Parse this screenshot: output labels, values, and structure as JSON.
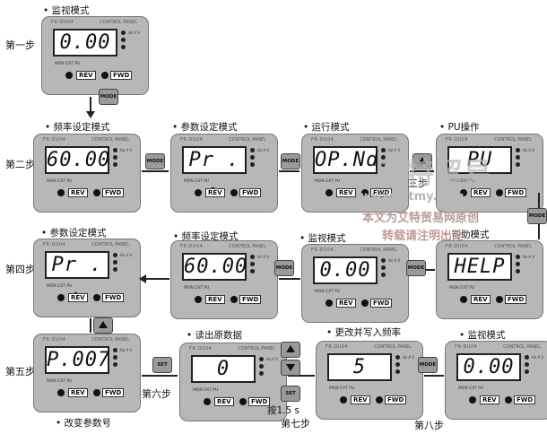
{
  "colors": {
    "watermark": "#c9a6a6",
    "panel": "#b7b7b7"
  },
  "steps": {
    "s1": "第一步",
    "s2": "第二步",
    "s3": "第三步",
    "s4": "第四步",
    "s5": "第五步",
    "s6": "第六步",
    "s7": "第七步",
    "s8": "第八步"
  },
  "panel_text": {
    "brand": "FR-DU04",
    "brand2": "CONTROL PANEL",
    "units": "Hz A V",
    "leds": "MON EXT PU",
    "rev": "REV",
    "fwd": "FWD"
  },
  "panels": {
    "p1": {
      "caption": "• 监视模式",
      "lcd": "0.00"
    },
    "p2a": {
      "caption": "• 频率设定模式",
      "lcd": "60.00"
    },
    "p2b": {
      "caption": "• 参数设定模式",
      "lcd": "Pr . ."
    },
    "p2c": {
      "caption": "• 运行模式",
      "lcd": "OP.Nd"
    },
    "p2d": {
      "caption": "• PU操作",
      "lcd": "PU"
    },
    "p4a": {
      "caption": "• 参数设定模式",
      "lcd": "Pr . ."
    },
    "p4b": {
      "caption": "• 频率设定模式",
      "lcd": "60.00"
    },
    "p4c": {
      "caption": "• 监视模式",
      "lcd": "0.00"
    },
    "p4d": {
      "caption": "• 帮助模式",
      "lcd": "HELP"
    },
    "p5a": {
      "caption": "",
      "lcd": "P.007"
    },
    "p5b": {
      "caption": "• 读出原数据",
      "lcd": "0"
    },
    "p5c": {
      "caption": "• 更改并写入频率",
      "lcd": "5"
    },
    "p5d": {
      "caption": "• 监视模式",
      "lcd": "0.00"
    }
  },
  "keys": {
    "mode": "MODE",
    "set": "SET"
  },
  "notes": {
    "change_param": "• 改变参数号",
    "press": "按1.5 s"
  },
  "watermark": {
    "brand": "艾特贸易",
    "url": "www.aitmy.com",
    "line1": "本文为艾特贸易网原创",
    "line2": "转载请注明出处"
  }
}
